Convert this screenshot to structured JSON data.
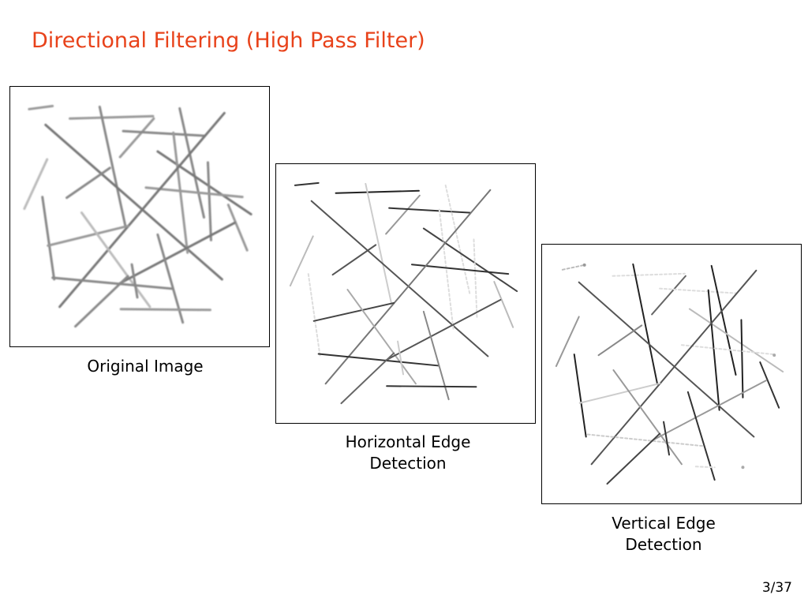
{
  "slide": {
    "title": "Directional Filtering (High Pass Filter)",
    "title_color": "#e8421a",
    "page_number": "3/37"
  },
  "figures": [
    {
      "caption_lines": [
        "Original Image"
      ]
    },
    {
      "caption_lines": [
        "Horizontal Edge",
        "Detection"
      ]
    },
    {
      "caption_lines": [
        "Vertical Edge",
        "Detection"
      ]
    }
  ]
}
